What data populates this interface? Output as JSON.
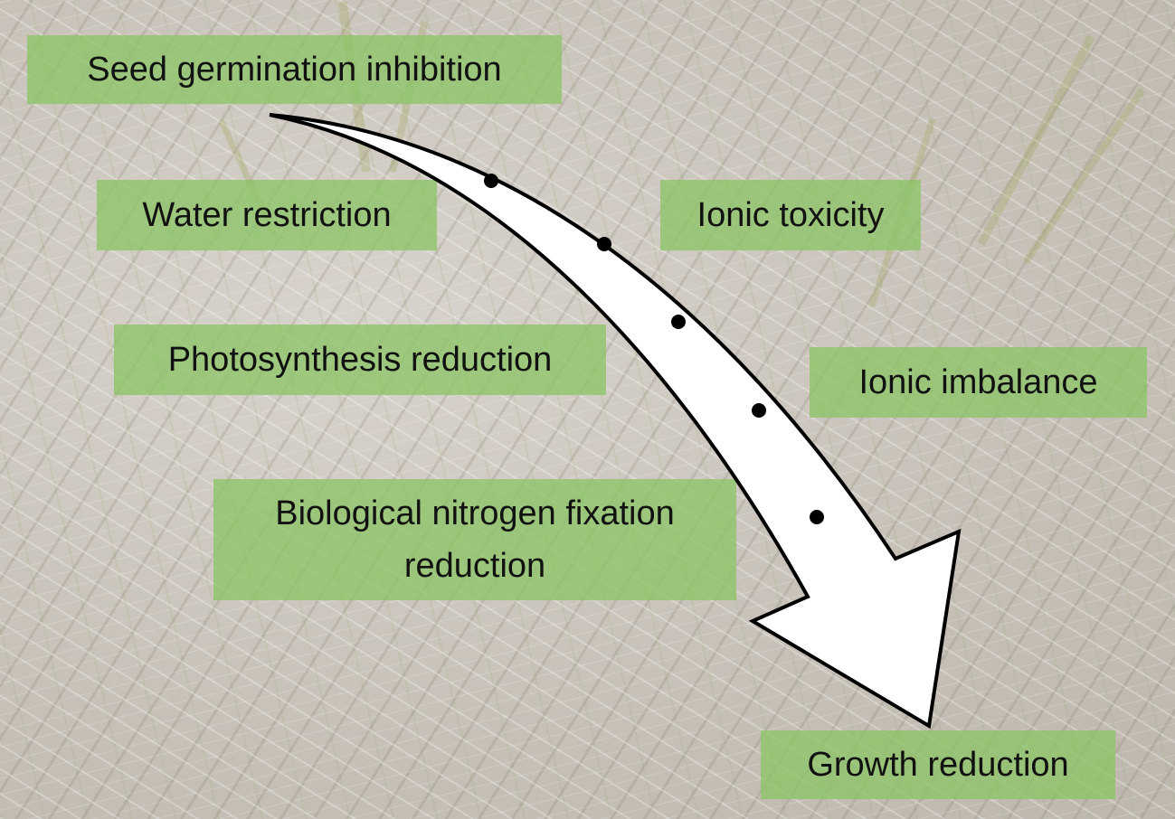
{
  "labels": {
    "seed_germination": "Seed germination inhibition",
    "water_restriction": "Water restriction",
    "ionic_toxicity": "Ionic toxicity",
    "photosynthesis": "Photosynthesis reduction",
    "ionic_imbalance": "Ionic imbalance",
    "bnf_line1": "Biological nitrogen fixation",
    "bnf_line2": "reduction",
    "growth_reduction": "Growth reduction"
  },
  "colors": {
    "label_fill": "#8cc466",
    "arrow_fill": "#ffffff",
    "arrow_stroke": "#000000",
    "text": "#111111"
  },
  "arrow": {
    "dot_count": 5
  }
}
